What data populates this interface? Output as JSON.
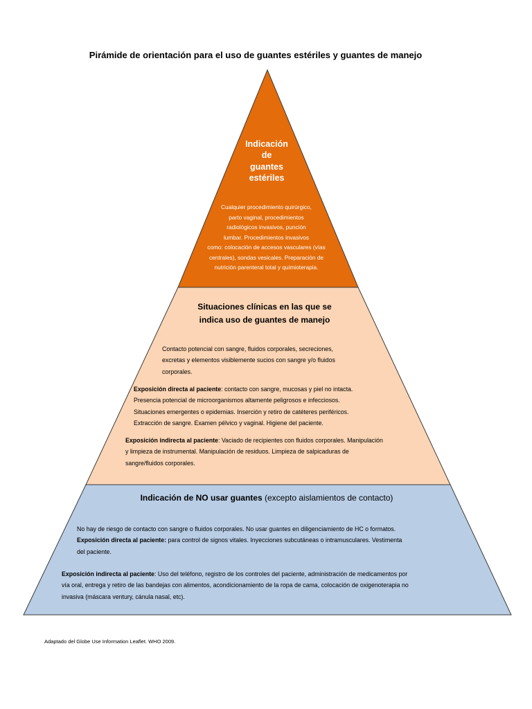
{
  "title": "Pirámide de orientación para el uso de guantes estériles y guantes de manejo",
  "colors": {
    "tier_top": "#E46C0A",
    "tier_middle": "#FBD5B5",
    "tier_bottom": "#B9CDE5",
    "outline": "#3a3a3a"
  },
  "tiers": {
    "top": {
      "heading_lines": [
        "Indicación",
        "de",
        "guantes",
        "estériles"
      ],
      "body_lines": [
        "Cualquier  procedimiento quirúrgico,",
        "parto vaginal, procedimientos",
        "radiológicos invasivos, punción",
        "lumbar. Procedimientos invasivos",
        "como: colocación de accesos vasculares (vías",
        "centrales), sondas vesicales. Preparación de",
        "nutrición parenteral total y quimioterapia."
      ]
    },
    "middle": {
      "heading_lines": [
        "Situaciones clínicas en las que se",
        "indica uso de guantes de manejo"
      ],
      "para1_lines": [
        "Contacto potencial con sangre, fluidos corporales, secreciones,",
        "excretas y elementos visiblemente sucios con sangre y/o fluidos",
        "corporales."
      ],
      "para2_lead": "Exposición directa al paciente",
      "para2_first_rest": ": contacto con sangre, mucosas y piel no intacta.",
      "para2_lines": [
        "Presencia potencial de microorganismos altamente peligrosos e infecciosos.",
        "Situaciones emergentes o epidemias. Inserción y retiro de catéteres periféricos.",
        "Extracción de sangre. Examen pélvico y vaginal. Higiene del paciente."
      ],
      "para3_lead": "Exposición indirecta al paciente",
      "para3_first_rest": ": Vaciado de recipientes con fluidos corporales. Manipulación",
      "para3_lines": [
        "y limpieza de instrumental. Manipulación de residuos. Limpieza de salpicaduras de",
        "sangre/fluidos corporales."
      ]
    },
    "bottom": {
      "heading_bold": "Indicación de NO usar guantes",
      "heading_rest": " (excepto aislamientos de contacto)",
      "para1_line1": "No hay de riesgo de contacto con sangre o fluidos corporales. No usar guantes en diligenciamiento de HC o formatos.",
      "para1_lead": "Exposición directa al paciente:",
      "para1_first_rest": " para control de signos vitales. Inyecciones subcutáneas o intramusculares. Vestimenta",
      "para1_line3": "del paciente.",
      "para2_lead": "Exposición indirecta al paciente",
      "para2_first_rest": ": Uso del teléfono, registro de los controles del paciente, administración de medicamentos por",
      "para2_lines": [
        "vía oral, entrega y retiro de las bandejas con alimentos, acondicionamiento de la ropa de cama, colocación de oxigenoterapia no",
        "invasiva (máscara ventury, cánula nasal, etc)."
      ]
    }
  },
  "source_note": "Adaptado del Globe Use Information Leaflet. WHO 2009."
}
